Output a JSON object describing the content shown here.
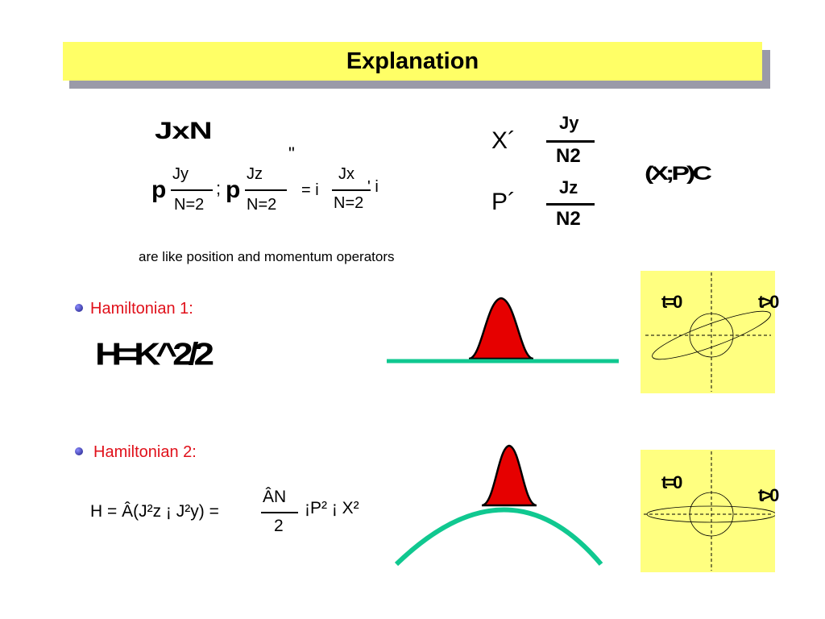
{
  "slide": {
    "title": "Explanation",
    "caption": "are like position and momentum operators"
  },
  "eq_top_left": {
    "garbled": "J x N",
    "quote": "\"",
    "row": {
      "frac1_num": "Jy",
      "frac1_den": "N=2",
      "semicolon": ";",
      "frac2_num": "Jz",
      "frac2_den": "N=2",
      "eq": "= i",
      "frac3_num": "Jx",
      "frac3_den": "N=2",
      "tail": "'   i"
    }
  },
  "eq_right": {
    "x_label": "X´",
    "x_num": "Jy",
    "x_den": "N2",
    "p_label": "P´",
    "p_num": "Jz",
    "p_den": "N2",
    "garbled": "(X;P)C"
  },
  "hamiltonian1": {
    "label": "Hamiltonian 1:",
    "formula": "H=K^2/2",
    "panel": {
      "t0": "t=0",
      "t1": "t>0"
    }
  },
  "hamiltonian2": {
    "label": "Hamiltonian 2:",
    "formula": "H = Â(J²z ¡ J²y) = ",
    "frac_num": "ÂN",
    "frac_den": "2",
    "tail": "¡P² ¡ X²",
    "panel": {
      "t0": "t=0",
      "t1": "t>0"
    }
  },
  "colors": {
    "title_bg": "#ffff66",
    "panel_bg": "#ffff80",
    "accent_red": "#e0101a",
    "curve_green": "#10c890",
    "bullet": "#2a2a9a"
  },
  "icons": [
    "bullet-icon"
  ]
}
